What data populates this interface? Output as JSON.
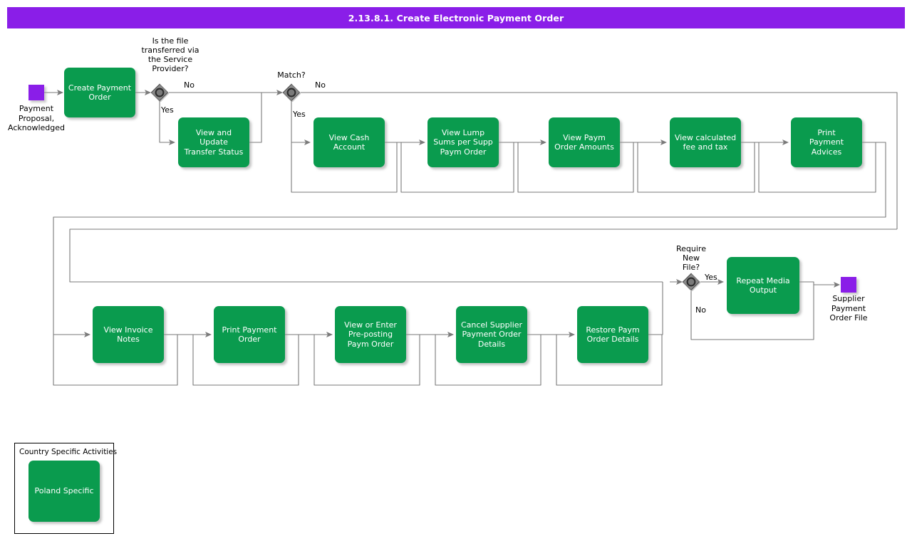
{
  "diagram": {
    "title": "2.13.8.1. Create Electronic Payment Order",
    "type": "bpmn-flowchart",
    "colors": {
      "header_bar": "#8A1EE8",
      "task_fill": "#0A9B4E",
      "task_text": "#FFFFFF",
      "event_fill": "#8A1EE8",
      "gateway_fill": "#7F7F7F",
      "connector": "#7A7A7A",
      "canvas": "#FFFFFF"
    }
  },
  "events": {
    "start": {
      "name": "start-event",
      "label": "Payment\nProposal,\nAcknowledged"
    },
    "end": {
      "name": "end-event",
      "label": "Supplier\nPayment\nOrder File"
    }
  },
  "gateways": [
    {
      "id": "gw-service-provider",
      "label": "Is the file\ntransferred via\nthe Service\nProvider?",
      "branches": [
        "No",
        "Yes"
      ]
    },
    {
      "id": "gw-match",
      "label": "Match?",
      "branches": [
        "No",
        "Yes"
      ]
    },
    {
      "id": "gw-require-new-file",
      "label": "Require\nNew\nFile?",
      "branches": [
        "Yes",
        "No"
      ]
    }
  ],
  "tasks": {
    "create_payment_order": "Create Payment\nOrder",
    "view_update_transfer_status": "View and Update\nTransfer Status",
    "view_cash_account": "View Cash\nAccount",
    "view_lump_sums": "View Lump\nSums per Supp\nPaym Order",
    "view_paym_order_amounts": "View Paym\nOrder Amounts",
    "view_calculated_fee_tax": "View calculated\nfee and tax",
    "print_payment_advices": "Print\nPayment\nAdvices",
    "view_invoice_notes": "View Invoice\nNotes",
    "print_payment_order": "Print Payment\nOrder",
    "view_enter_prepost": "View or Enter\nPre-posting\nPaym Order",
    "cancel_supplier_po_details": "Cancel Supplier\nPayment Order\nDetails",
    "restore_paym_order_details": "Restore Paym\nOrder Details",
    "repeat_media_output": "Repeat Media\nOutput",
    "poland_specific": "Poland Specific"
  },
  "flow_labels": {
    "sp_no": "No",
    "sp_yes": "Yes",
    "match_no": "No",
    "match_yes": "Yes",
    "newfile_yes": "Yes",
    "newfile_no": "No"
  },
  "group": {
    "title": "Country Specific Activities"
  }
}
